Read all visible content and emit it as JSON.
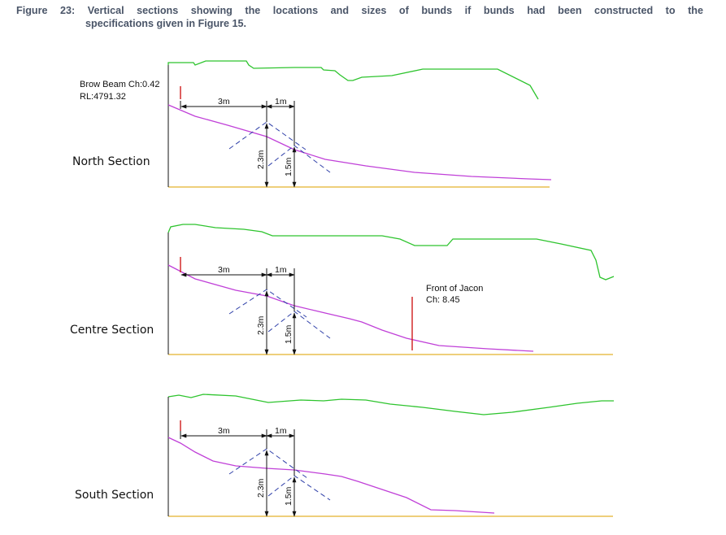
{
  "caption": {
    "label": "Figure 23:",
    "line1": "Vertical sections showing the locations and sizes of bunds if bunds had been constructed to the",
    "line2": "specifications given in Figure 15."
  },
  "colors": {
    "ground_surface": "#2ec42e",
    "profile": "#c040d8",
    "base": "#e3b22c",
    "bund": "#2e3fa8",
    "marker": "#d01c1c",
    "dimension": "#111111"
  },
  "sections": [
    {
      "title": "North Section",
      "dim_3m": "3m",
      "dim_1m": "1m",
      "dim_23m": "2.3m",
      "dim_15m": "1.5m",
      "brow_line1": "Brow Beam Ch:0.42",
      "brow_line2": "RL:4791.32"
    },
    {
      "title": "Centre Section",
      "dim_3m": "3m",
      "dim_1m": "1m",
      "dim_23m": "2.3m",
      "dim_15m": "1.5m",
      "jacon_line1": "Front of Jacon",
      "jacon_line2": "Ch: 8.45"
    },
    {
      "title": "South Section",
      "dim_3m": "3m",
      "dim_1m": "1m",
      "dim_23m": "2.3m",
      "dim_15m": "1.5m"
    }
  ]
}
